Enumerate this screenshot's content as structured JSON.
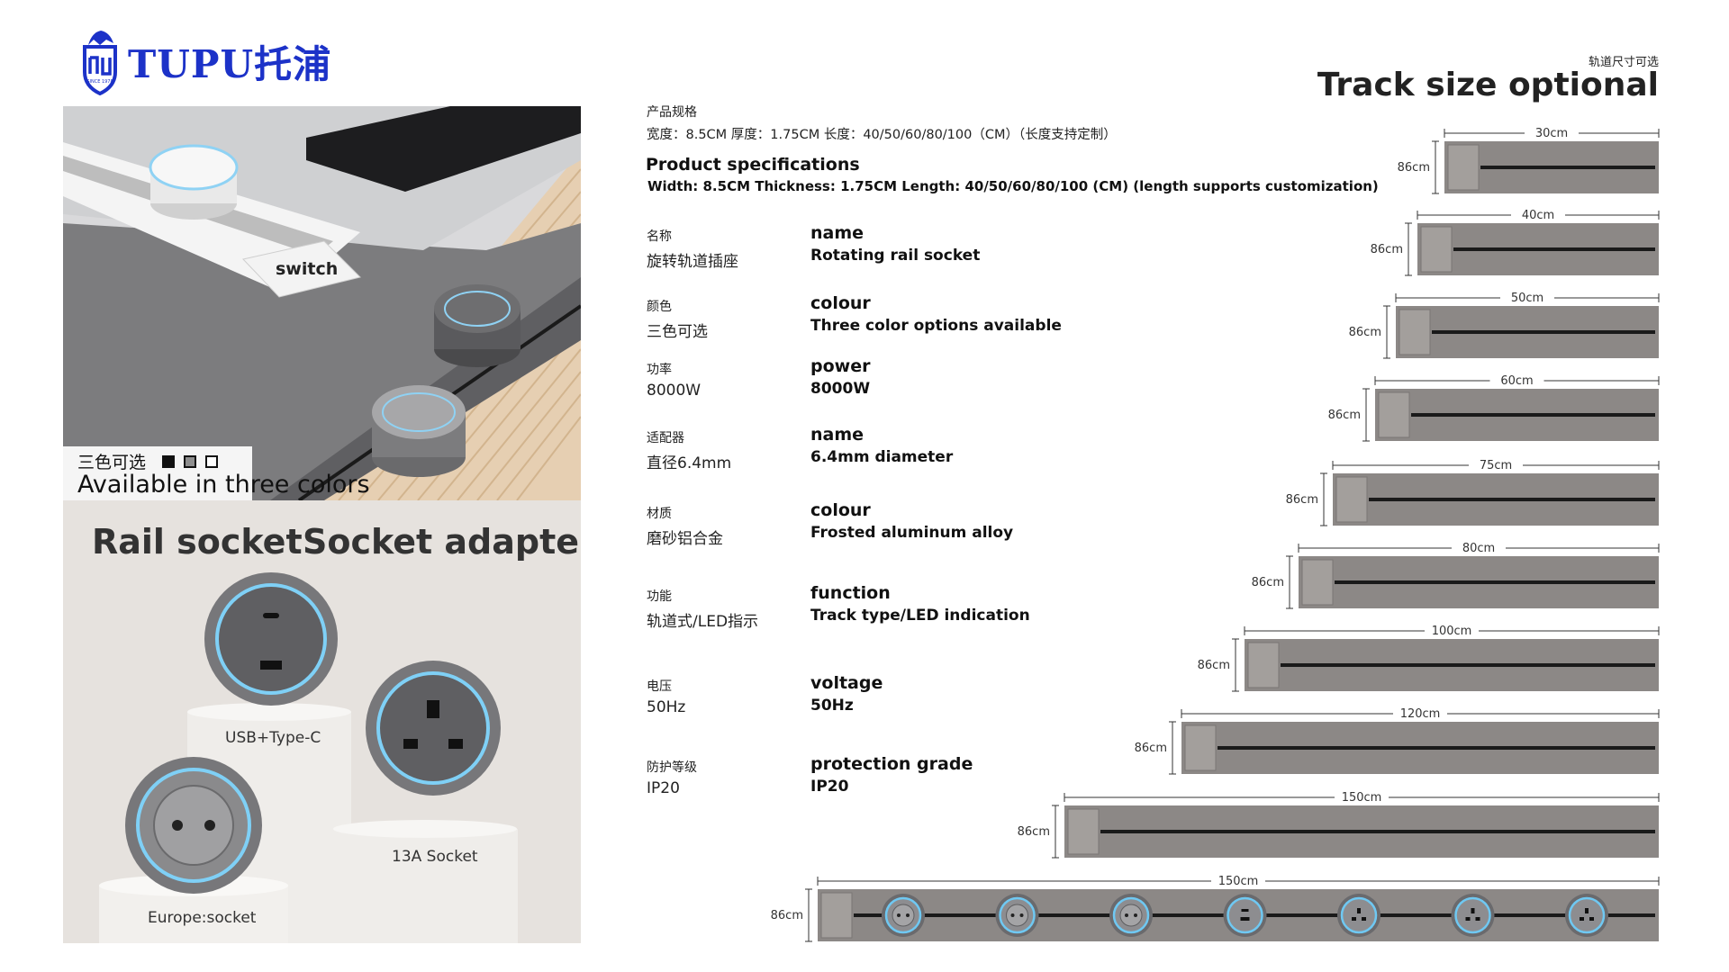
{
  "brand": {
    "name": "TUPU托浦",
    "crest_text": "SINCE 1978"
  },
  "colors": {
    "brand": "#1c32c8",
    "track": "#8c8886",
    "led": "#6fc8f2"
  },
  "left_panel": {
    "switch_label": "switch",
    "colors_cn": "三色可选",
    "colors_en": "Available in three colors",
    "swatches": [
      "#111111",
      "#8e8e8e",
      "#ffffff"
    ],
    "rail_socket_title": "Rail socket",
    "socket_adapter_title": "Socket adapter",
    "usb_label": "USB+Type-C",
    "uk_label": "13A Socket",
    "eu_label": "Europe:socket"
  },
  "specs": {
    "cn_title": "产品规格",
    "cn_line": "宽度：8.5CM  厚度：1.75CM  长度：40/50/60/80/100（CM）（长度支持定制）",
    "en_title": "Product specifications",
    "en_line": "Width: 8.5CM Thickness: 1.75CM Length: 40/50/60/80/100 (CM) (length supports customization)",
    "rows": [
      {
        "cn_key": "名称",
        "cn_val": "旋转轨道插座",
        "en_key": "name",
        "en_val": "Rotating rail socket"
      },
      {
        "cn_key": "颜色",
        "cn_val": "三色可选",
        "en_key": "colour",
        "en_val": "Three color options available"
      },
      {
        "cn_key": "功率",
        "cn_val": "8000W",
        "en_key": "power",
        "en_val": "8000W"
      },
      {
        "cn_key": "适配器",
        "cn_val": "直径6.4mm",
        "en_key": "name",
        "en_val": "6.4mm diameter"
      },
      {
        "cn_key": "材质",
        "cn_val": "磨砂铝合金",
        "en_key": "colour",
        "en_val": "Frosted aluminum alloy"
      },
      {
        "cn_key": "功能",
        "cn_val": "轨道式/LED指示",
        "en_key": "function",
        "en_val": "Track type/LED indication"
      },
      {
        "cn_key": "电压",
        "cn_val": "50Hz",
        "en_key": "voltage",
        "en_val": "50Hz"
      },
      {
        "cn_key": "防护等级",
        "cn_val": "IP20",
        "en_key": "protection grade",
        "en_val": "IP20"
      }
    ]
  },
  "tracks": {
    "title_cn": "轨道尺寸可选",
    "title_en": "Track size optional",
    "height_label": "86cm",
    "items": [
      {
        "length": "30cm"
      },
      {
        "length": "40cm"
      },
      {
        "length": "50cm"
      },
      {
        "length": "60cm"
      },
      {
        "length": "75cm"
      },
      {
        "length": "80cm"
      },
      {
        "length": "100cm"
      },
      {
        "length": "120cm"
      },
      {
        "length": "150cm"
      },
      {
        "length": "150cm",
        "sockets": [
          "eu",
          "eu",
          "eu",
          "usb",
          "uk",
          "uk",
          "uk"
        ]
      }
    ]
  }
}
